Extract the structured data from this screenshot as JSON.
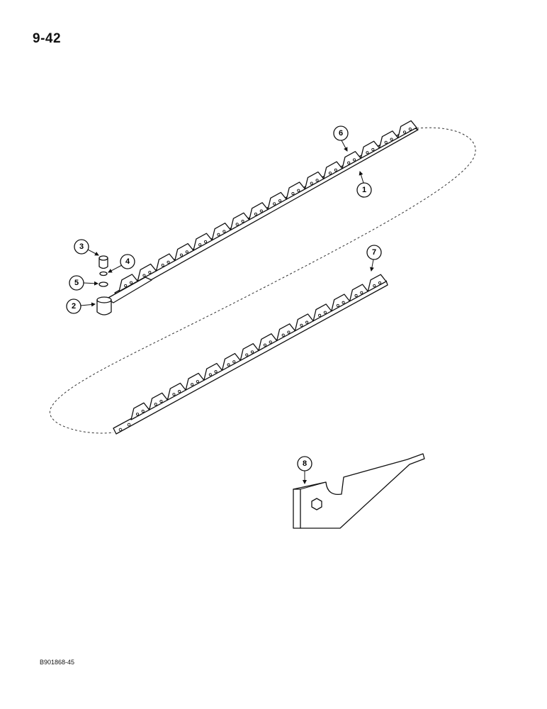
{
  "page": {
    "number": "9-42",
    "figure_code": "B901868-45"
  },
  "callouts": [
    "1",
    "2",
    "3",
    "4",
    "5",
    "6",
    "7",
    "8"
  ],
  "icons": {
    "upper_knife": "knife-section-icon",
    "lower_knife": "knife-section-icon",
    "knife_head": "knife-head-icon",
    "tool": "knife-tool-icon"
  }
}
